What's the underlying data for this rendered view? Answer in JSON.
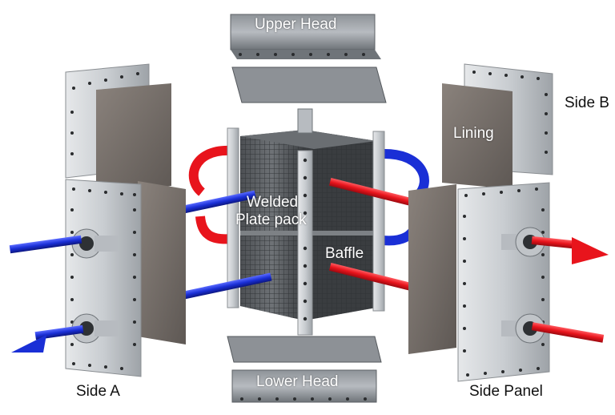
{
  "labels": {
    "upper_head": "Upper Head",
    "lower_head": "Lower Head",
    "side_a": "Side A",
    "side_b": "Side B",
    "lining": "Lining",
    "welded_plate_pack_line1": "Welded",
    "welded_plate_pack_line2": "Plate pack",
    "baffle": "Baffle",
    "side_panel": "Side Panel"
  },
  "colors": {
    "hot_stream": "#e8141c",
    "cold_stream": "#1a2fd6",
    "steel_light": "#d7dadd",
    "steel_mid": "#a9aeb3",
    "steel_dark": "#5d6166",
    "lining_plate": "#7a726c"
  },
  "icons": [
    "hot-inlet-arrow",
    "hot-outlet-arrow",
    "cold-inlet-arrow",
    "cold-outlet-arrow",
    "bolt-hole"
  ]
}
